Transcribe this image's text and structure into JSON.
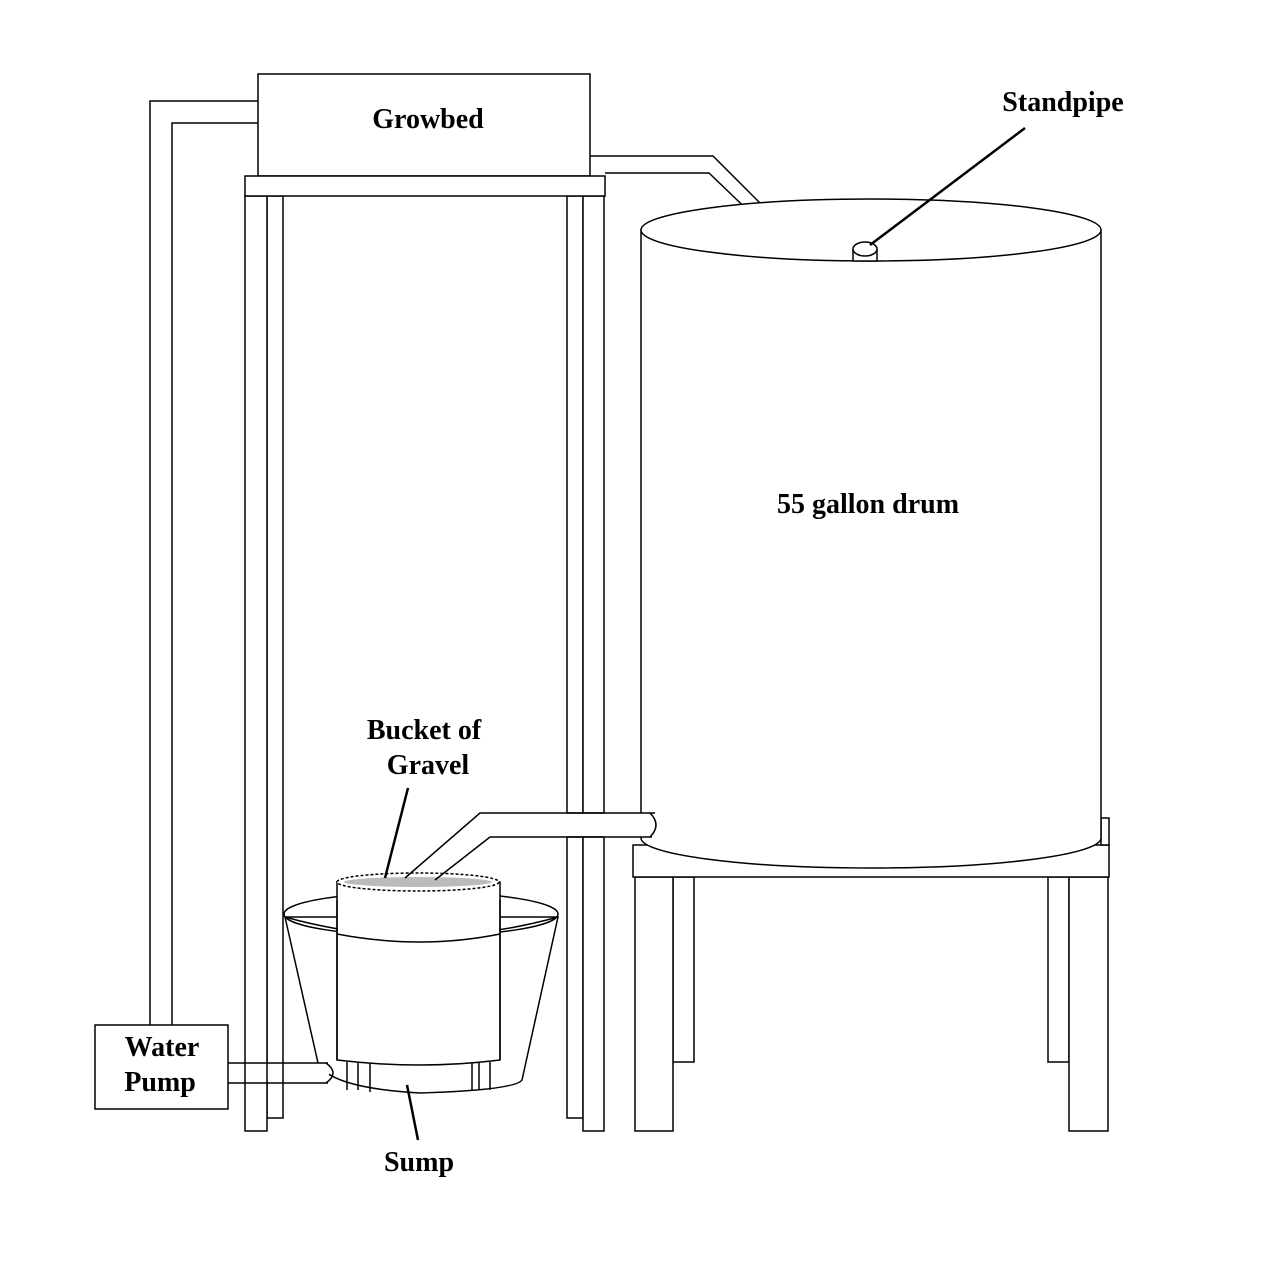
{
  "labels": {
    "growbed": "Growbed",
    "standpipe": "Standpipe",
    "drum": "55 gallon drum",
    "bucket_line1": "Bucket of",
    "bucket_line2": "Gravel",
    "pump_line1": "Water",
    "pump_line2": "Pump",
    "sump": "Sump"
  },
  "colors": {
    "line": "#000000",
    "background": "#ffffff"
  }
}
